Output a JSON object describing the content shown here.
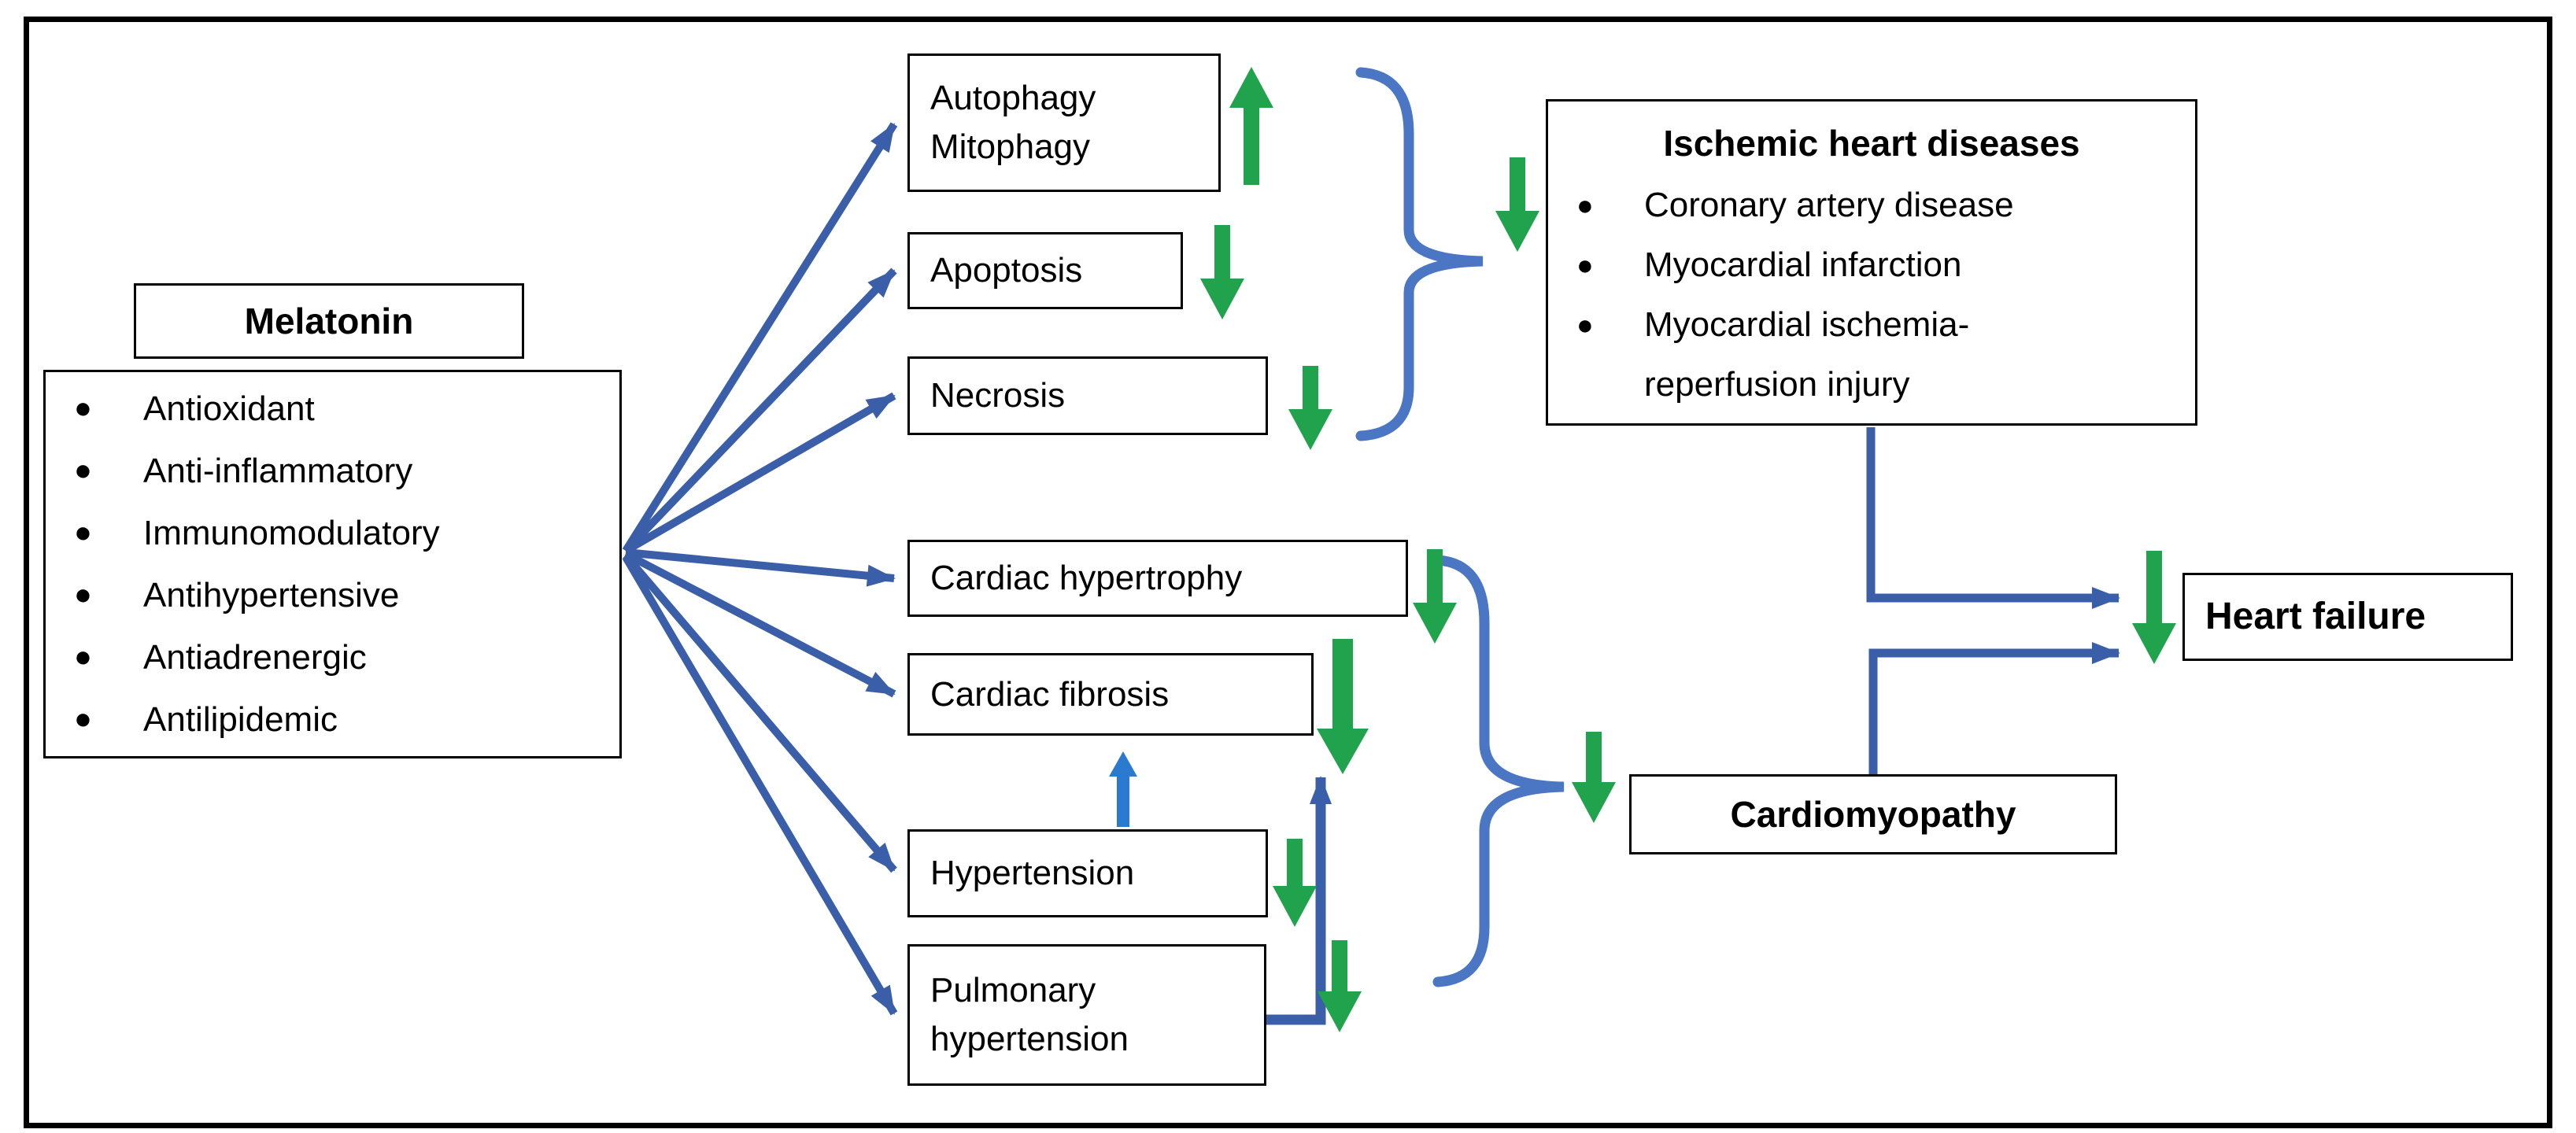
{
  "melatonin": {
    "title": "Melatonin",
    "items": [
      "Antioxidant",
      "Anti-inflammatory",
      "Immunomodulatory",
      "Antihypertensive",
      "Antiadrenergic",
      "Antilipidemic"
    ]
  },
  "processes": {
    "autophagy": {
      "line1": "Autophagy",
      "line2": "Mitophagy",
      "effect": "increase"
    },
    "apoptosis": {
      "label": "Apoptosis",
      "effect": "decrease"
    },
    "necrosis": {
      "label": "Necrosis",
      "effect": "decrease"
    },
    "cardiac_hypertrophy": {
      "label": "Cardiac hypertrophy",
      "effect": "decrease"
    },
    "cardiac_fibrosis": {
      "label": "Cardiac fibrosis",
      "effect": "decrease"
    },
    "hypertension": {
      "label": "Hypertension",
      "effect": "decrease"
    },
    "pulmonary_hypertension": {
      "label": "Pulmonary hypertension",
      "effect": "decrease"
    }
  },
  "outcomes": {
    "ischemic": {
      "title": "Ischemic heart diseases",
      "items": [
        "Coronary artery disease",
        "Myocardial infarction",
        "Myocardial ischemia-reperfusion injury"
      ],
      "effect": "decrease"
    },
    "cardiomyopathy": {
      "label": "Cardiomyopathy",
      "effect": "decrease"
    },
    "heart_failure": {
      "label": "Heart failure",
      "effect": "decrease"
    }
  },
  "colors": {
    "connector_blue": "#3a5fa8",
    "brace_blue": "#4a76c4",
    "bright_blue": "#2a7bd0",
    "green": "#21a24d",
    "box_border": "#000000"
  }
}
